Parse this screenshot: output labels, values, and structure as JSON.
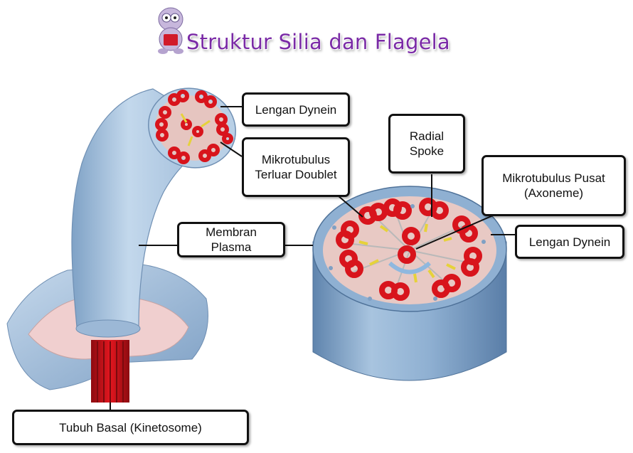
{
  "title": "Struktur Silia dan Flagela",
  "labels": {
    "lengan_dynein_top": "Lengan Dynein",
    "mikrotubulus_terluar_line1": "Mikrotubulus",
    "mikrotubulus_terluar_line2": "Terluar Doublet",
    "radial_spoke_line1": "Radial",
    "radial_spoke_line2": "Spoke",
    "mikrotubulus_pusat_line1": "Mikrotubulus Pusat",
    "mikrotubulus_pusat_line2": "(Axoneme)",
    "membran_plasma_line1": "Membran",
    "membran_plasma_line2": "Plasma",
    "lengan_dynein_right": "Lengan Dynein",
    "tubuh_basal": "Tubuh Basal (Kinetosome)"
  },
  "colors": {
    "membrane": "#aecbe6",
    "membrane_dark": "#6f95bd",
    "cytoplasm": "#e8c9c4",
    "microtubule": "#d8141c",
    "spoke": "#e6d23a",
    "title": "#7a2aa6"
  }
}
